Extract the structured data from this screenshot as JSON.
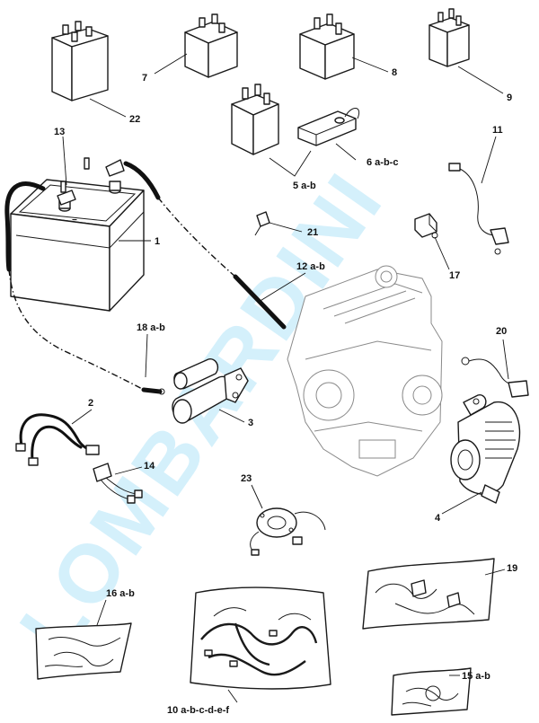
{
  "watermark": "LOMBARDINI",
  "callouts": [
    {
      "id": "22",
      "text": "22"
    },
    {
      "id": "7",
      "text": "7"
    },
    {
      "id": "8",
      "text": "8"
    },
    {
      "id": "9",
      "text": "9"
    },
    {
      "id": "13",
      "text": "13"
    },
    {
      "id": "5",
      "text": "5 a-b"
    },
    {
      "id": "6",
      "text": "6 a-b-c"
    },
    {
      "id": "11",
      "text": "11"
    },
    {
      "id": "1",
      "text": "1"
    },
    {
      "id": "21",
      "text": "21"
    },
    {
      "id": "17",
      "text": "17"
    },
    {
      "id": "12",
      "text": "12 a-b"
    },
    {
      "id": "20",
      "text": "20"
    },
    {
      "id": "18",
      "text": "18 a-b"
    },
    {
      "id": "2",
      "text": "2"
    },
    {
      "id": "3",
      "text": "3"
    },
    {
      "id": "14",
      "text": "14"
    },
    {
      "id": "4",
      "text": "4"
    },
    {
      "id": "23",
      "text": "23"
    },
    {
      "id": "19",
      "text": "19"
    },
    {
      "id": "16",
      "text": "16 a-b"
    },
    {
      "id": "10",
      "text": "10 a-b-c-d-e-f"
    },
    {
      "id": "15",
      "text": "15 a-b"
    }
  ]
}
